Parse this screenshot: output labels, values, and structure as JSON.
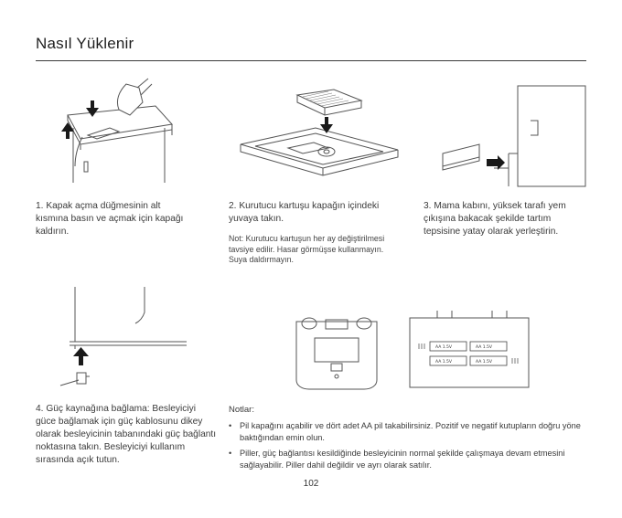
{
  "page": {
    "title": "Nasıl Yüklenir",
    "page_number": "102"
  },
  "steps": [
    {
      "text": "1. Kapak açma düğmesinin alt kısmına basın ve açmak için kapağı kaldırın."
    },
    {
      "text": "2. Kurutucu kartuşu kapağın içindeki yuvaya takın.",
      "note": "Not: Kurutucu kartuşun her ay değiştirilmesi tavsiye edilir. Hasar görmüşse kullanmayın. Suya daldırmayın."
    },
    {
      "text": "3. Mama kabını, yüksek tarafı yem çıkışına bakacak şekilde tartım tepsisine yatay olarak yerleştirin."
    },
    {
      "text": "4. Güç kaynağına bağlama: Besleyiciyi güce bağlamak için güç kablosunu dikey olarak besleyicinin tabanındaki güç bağlantı noktasına takın. Besleyiciyi kullanım sırasında açık tutun."
    }
  ],
  "notes": {
    "label": "Notlar:",
    "items": [
      "Pil kapağını açabilir ve dört adet AA pil takabilirsiniz. Pozitif ve negatif kutupların doğru yöne baktığından emin olun.",
      "Piller, güç bağlantısı kesildiğinde besleyicinin normal şekilde çalışmaya devam etmesini sağlayabilir. Piller dahil değildir ve ayrı olarak satılır."
    ]
  },
  "icons": {
    "fig1": "lid-open-icon",
    "fig2": "desiccant-cartridge-icon",
    "fig3": "food-bowl-insert-icon",
    "fig4": "power-cable-icon",
    "fig5": "battery-compartment-icon"
  },
  "battery_labels": [
    "AA 1.5V",
    "AA 1.5V",
    "AA 1.5V",
    "AA 1.5V"
  ]
}
